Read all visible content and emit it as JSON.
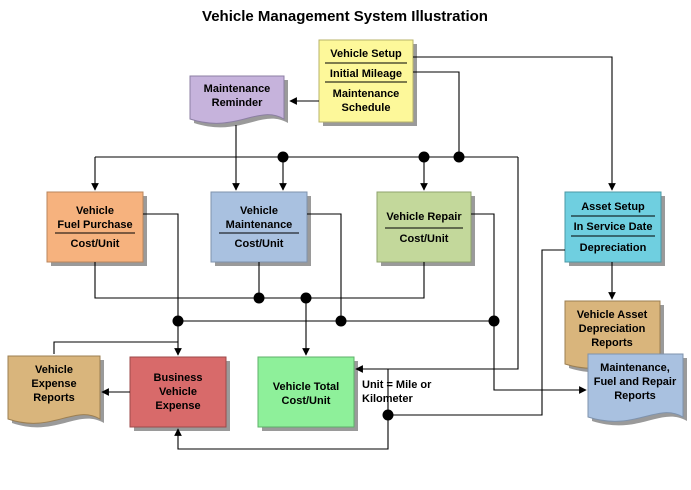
{
  "title": "Vehicle Management System Illustration",
  "colors": {
    "yellow": "#fdf89a",
    "purple": "#c6b3dc",
    "orange": "#f6b27e",
    "blue": "#a9c1e0",
    "green_light": "#c3d89b",
    "cyan": "#6fcfe0",
    "tan": "#d9b57c",
    "red": "#d86a6a",
    "green_bright": "#8ef09a"
  },
  "boxes": {
    "vehicle_setup": [
      "Vehicle Setup",
      "Initial Mileage",
      "Maintenance",
      "Schedule"
    ],
    "maintenance_reminder": [
      "Maintenance",
      "Reminder"
    ],
    "fuel_purchase": [
      "Vehicle",
      "Fuel Purchase",
      "Cost/Unit"
    ],
    "vehicle_maintenance": [
      "Vehicle",
      "Maintenance",
      "Cost/Unit"
    ],
    "vehicle_repair": [
      "Vehicle Repair",
      "Cost/Unit"
    ],
    "asset_setup": [
      "Asset Setup",
      "In Service Date",
      "Depreciation"
    ],
    "asset_reports": [
      "Vehicle Asset",
      "Depreciation",
      "Reports"
    ],
    "mfr_reports": [
      "Maintenance,",
      "Fuel and Repair",
      "Reports"
    ],
    "expense_reports": [
      "Vehicle",
      "Expense",
      "Reports"
    ],
    "business_expense": [
      "Business",
      "Vehicle",
      "Expense"
    ],
    "total_cost": [
      "Vehicle Total",
      "Cost/Unit"
    ]
  },
  "unit_note": [
    "Unit = Mile or",
    "Kilometer"
  ]
}
